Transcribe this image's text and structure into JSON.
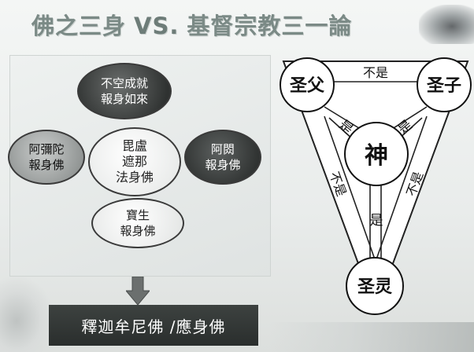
{
  "title": {
    "left": "佛之三身",
    "vs": "VS.",
    "right": "基督宗教三一論"
  },
  "buddha_diagram": {
    "top": "不空成就\n報身如來",
    "center": "毘盧\n遮那\n法身佛",
    "left": "阿彌陀\n報身佛",
    "right": "阿閦\n報身佛",
    "bottom": "寶生\n報身佛",
    "result": "釋迦牟尼佛 /應身佛"
  },
  "trinity_diagram": {
    "father": "圣父",
    "son": "圣子",
    "spirit": "圣灵",
    "god": "神",
    "is": "是",
    "is_not": "不是"
  }
}
